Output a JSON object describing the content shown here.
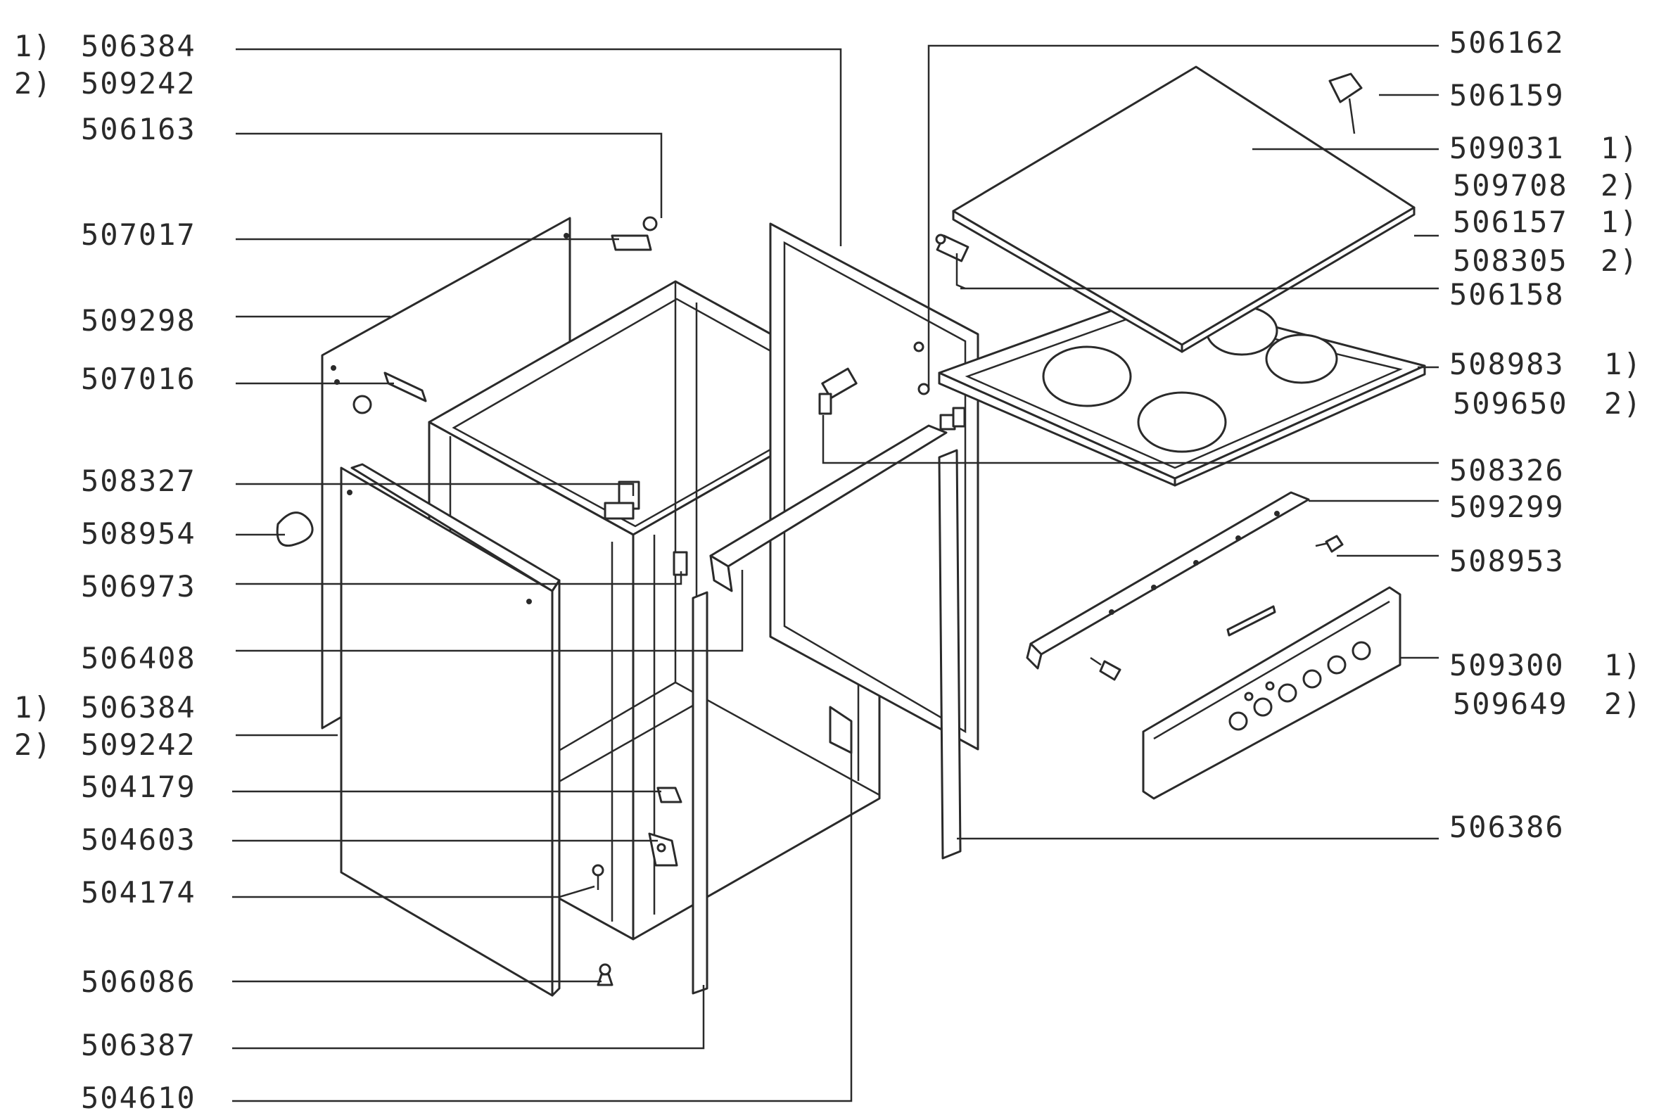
{
  "labels_left": [
    {
      "id": "p506384a",
      "prefix": "1)",
      "part": "506384"
    },
    {
      "id": "p509242a",
      "prefix": "2)",
      "part": "509242"
    },
    {
      "id": "p506163",
      "prefix": "",
      "part": "506163"
    },
    {
      "id": "p507017",
      "prefix": "",
      "part": "507017"
    },
    {
      "id": "p509298",
      "prefix": "",
      "part": "509298"
    },
    {
      "id": "p507016",
      "prefix": "",
      "part": "507016"
    },
    {
      "id": "p508327",
      "prefix": "",
      "part": "508327"
    },
    {
      "id": "p508954",
      "prefix": "",
      "part": "508954"
    },
    {
      "id": "p506973",
      "prefix": "",
      "part": "506973"
    },
    {
      "id": "p506408",
      "prefix": "",
      "part": "506408"
    },
    {
      "id": "p506384b",
      "prefix": "1)",
      "part": "506384"
    },
    {
      "id": "p509242b",
      "prefix": "2)",
      "part": "509242"
    },
    {
      "id": "p504179",
      "prefix": "",
      "part": "504179"
    },
    {
      "id": "p504603",
      "prefix": "",
      "part": "504603"
    },
    {
      "id": "p504174",
      "prefix": "",
      "part": "504174"
    },
    {
      "id": "p506086",
      "prefix": "",
      "part": "506086"
    },
    {
      "id": "p506387",
      "prefix": "",
      "part": "506387"
    },
    {
      "id": "p504610",
      "prefix": "",
      "part": "504610"
    }
  ],
  "labels_right": [
    {
      "id": "p506162",
      "part": "506162",
      "suffix": ""
    },
    {
      "id": "p506159",
      "part": "506159",
      "suffix": ""
    },
    {
      "id": "p509031",
      "part": "509031",
      "suffix": "1)"
    },
    {
      "id": "p509708",
      "part": "509708",
      "suffix": "2)"
    },
    {
      "id": "p506157",
      "part": "506157",
      "suffix": "1)"
    },
    {
      "id": "p508305",
      "part": "508305",
      "suffix": "2)"
    },
    {
      "id": "p506158",
      "part": "506158",
      "suffix": ""
    },
    {
      "id": "p508983",
      "part": "508983",
      "suffix": "1)"
    },
    {
      "id": "p509650",
      "part": "509650",
      "suffix": "2)"
    },
    {
      "id": "p508326",
      "part": "508326",
      "suffix": ""
    },
    {
      "id": "p509299",
      "part": "509299",
      "suffix": ""
    },
    {
      "id": "p508953",
      "part": "508953",
      "suffix": ""
    },
    {
      "id": "p509300",
      "part": "509300",
      "suffix": "1)"
    },
    {
      "id": "p509649",
      "part": "509649",
      "suffix": "2)"
    },
    {
      "id": "p506386",
      "part": "506386",
      "suffix": ""
    }
  ]
}
